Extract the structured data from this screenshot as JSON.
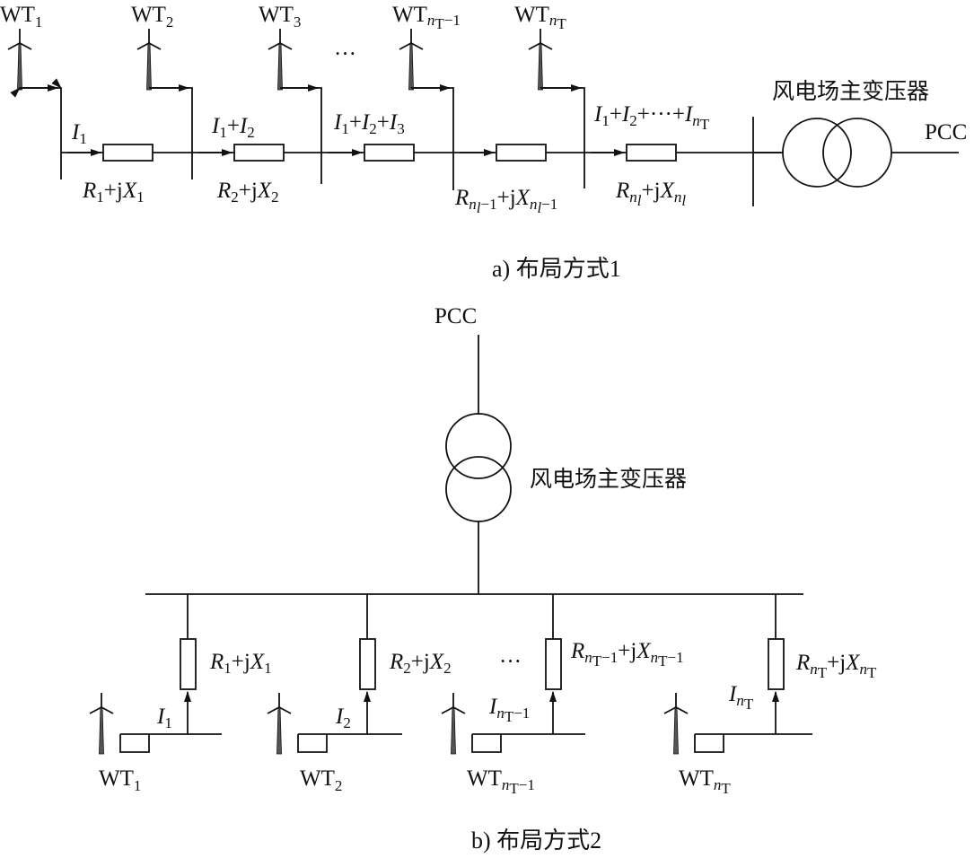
{
  "wt_prefix": "WT",
  "sub_1": "1",
  "sub_2": "2",
  "sub_3": "3",
  "sub_n": "n",
  "sub_T": "T",
  "sub_l": "l",
  "sub_minus1": "−1",
  "cur_I": "I",
  "plus": "+",
  "op_plus_j": "+j",
  "res_R": "R",
  "react_X": "X",
  "ellipsis": "···",
  "ellipsis_sum": "···",
  "transformer_label": "风电场主变压器",
  "pcc_label": "PCC",
  "caption_a": "a) 布局方式1",
  "caption_b": "b) 布局方式2"
}
